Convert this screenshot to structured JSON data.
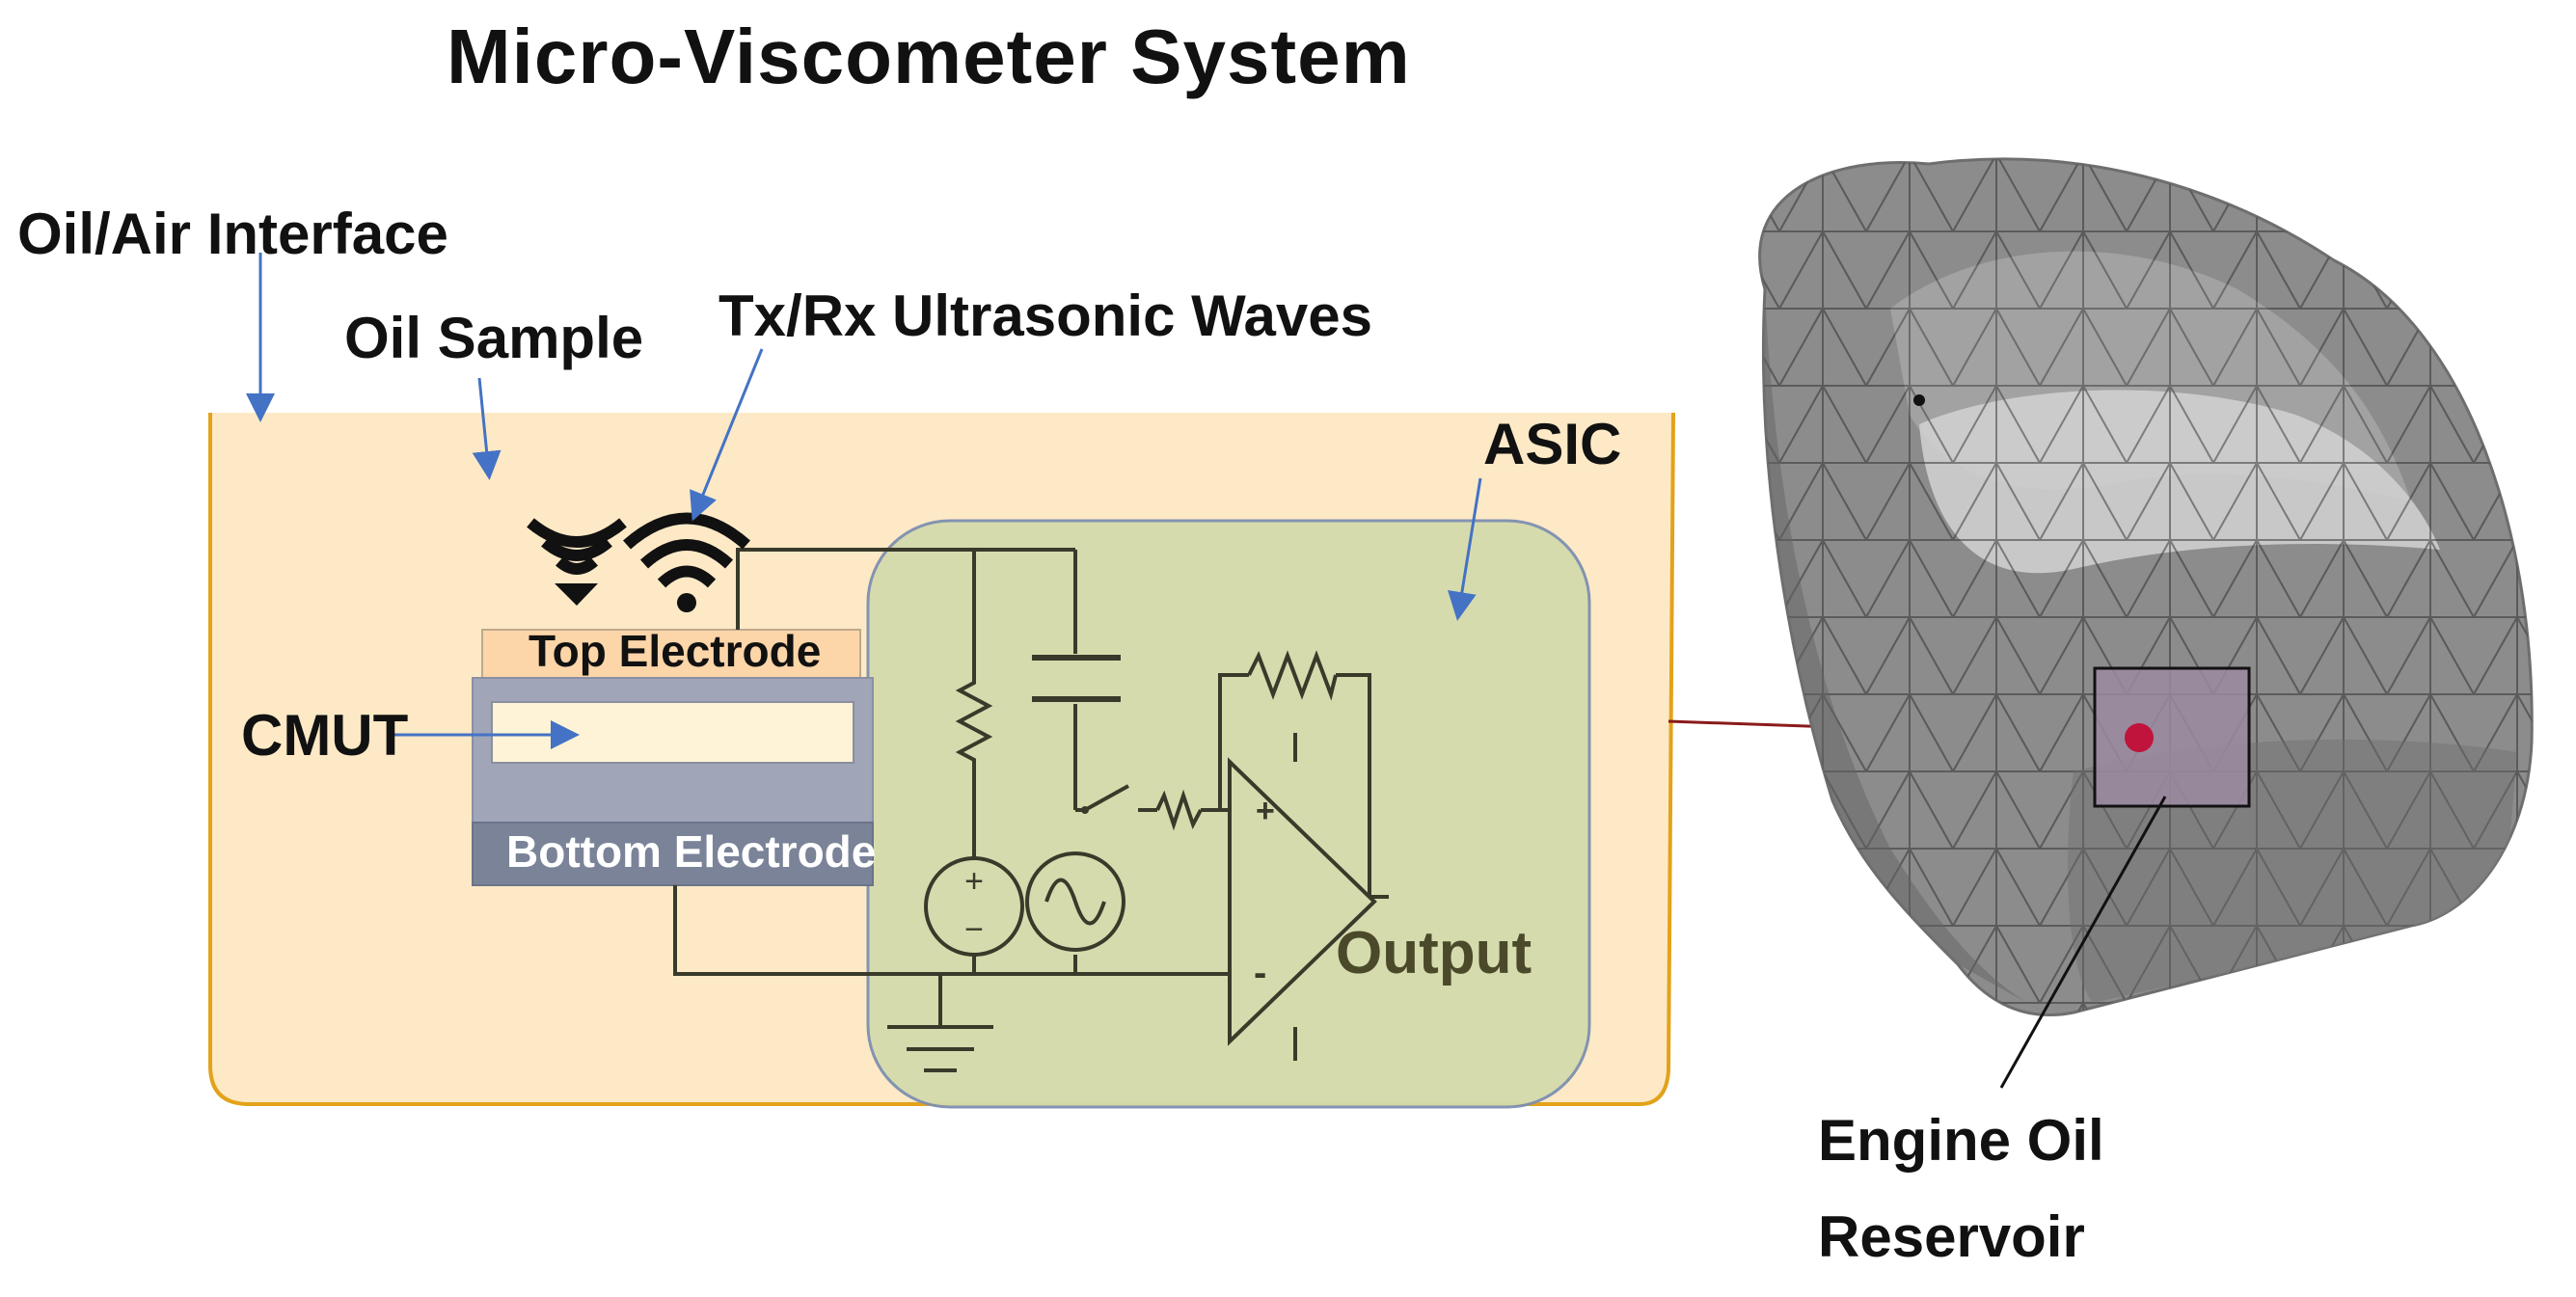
{
  "title": "Micro-Viscometer System",
  "labels": {
    "oil_air_interface": "Oil/Air Interface",
    "oil_sample": "Oil Sample",
    "tx_rx": "Tx/Rx Ultrasonic Waves",
    "asic": "ASIC",
    "cmut": "CMUT",
    "top_electrode": "Top Electrode",
    "bottom_electrode": "Bottom Electrode",
    "output": "Output",
    "reservoir_line1": "Engine Oil",
    "reservoir_line2": "Reservoir",
    "op_amp_plus": "+",
    "op_amp_minus": "-"
  },
  "colors": {
    "oil_fill": "#fde9c6",
    "oil_border": "#e3a21a",
    "asic_fill": "#d4dbad",
    "asic_border": "#7d8fb0",
    "cmut_gray": "#a0a6b8",
    "bottom_electrode": "#7a8398",
    "top_electrode": "#fcd5a9",
    "arrow": "#4472c4",
    "car_gray": "#8c8c8c",
    "reservoir_box": "#9b8aa0",
    "reservoir_dot": "#c0143c",
    "connector": "#8b1a1a"
  },
  "icons": [
    "signal-wave-icon",
    "wifi-wave-icon",
    "dc-source-icon",
    "ac-source-icon",
    "ground-icon",
    "op-amp-icon",
    "resistor-icon",
    "capacitor-icon",
    "switch-icon"
  ]
}
